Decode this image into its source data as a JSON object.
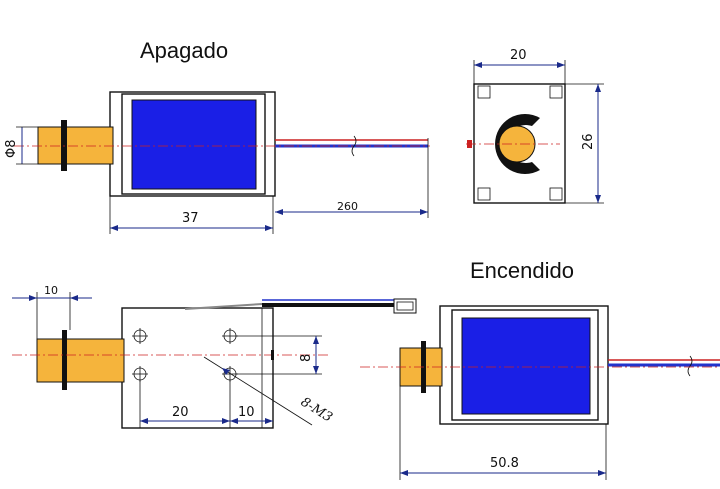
{
  "titles": {
    "off": "Apagado",
    "on": "Encendido"
  },
  "dimensions": {
    "plunger_diameter": "Φ8",
    "body_length": "37",
    "wire_length": "260",
    "front_width": "20",
    "front_height": "26",
    "plunger_offset": "10",
    "hole_height": "8",
    "hole_spacing": "20",
    "hole_edge": "10",
    "thread": "8-M3",
    "total_length_on": "50.8"
  },
  "colors": {
    "coil": "#1a1fe6",
    "plunger": "#f5b43c",
    "wire_blue": "#2233cc",
    "wire_red": "#cc2222"
  }
}
